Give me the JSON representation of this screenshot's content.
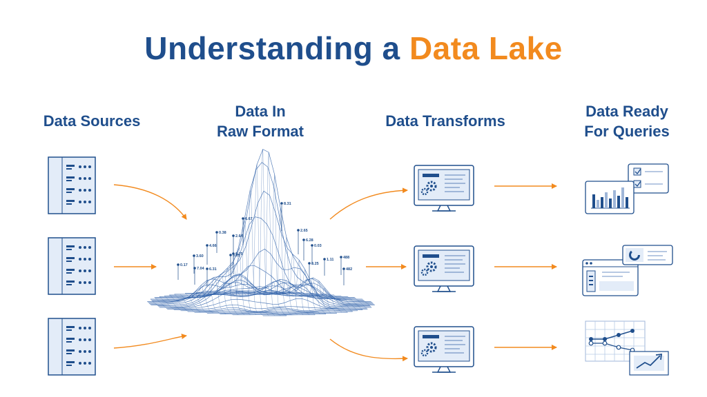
{
  "title": {
    "part1": "Understanding a",
    "part2": "Data Lake"
  },
  "columns": [
    {
      "line1": "Data Sources",
      "line2": ""
    },
    {
      "line1": "Data In",
      "line2": "Raw Format"
    },
    {
      "line1": "Data Transforms",
      "line2": ""
    },
    {
      "line1": "Data Ready",
      "line2": "For Queries"
    }
  ],
  "raw_labels": [
    "8.31",
    "6.67",
    "2.65",
    "0.38",
    "4.66",
    "3.60",
    "0.17",
    "7.04",
    "6.31",
    "0.25",
    "488",
    "1.11",
    "482",
    "8.25",
    "6.28",
    "0.03",
    "2.64",
    "0.75"
  ],
  "colors": {
    "primary": "#1f4e8c",
    "accent": "#f28a1e",
    "line": "#2b5ea8",
    "panel": "#e3ecf8"
  }
}
